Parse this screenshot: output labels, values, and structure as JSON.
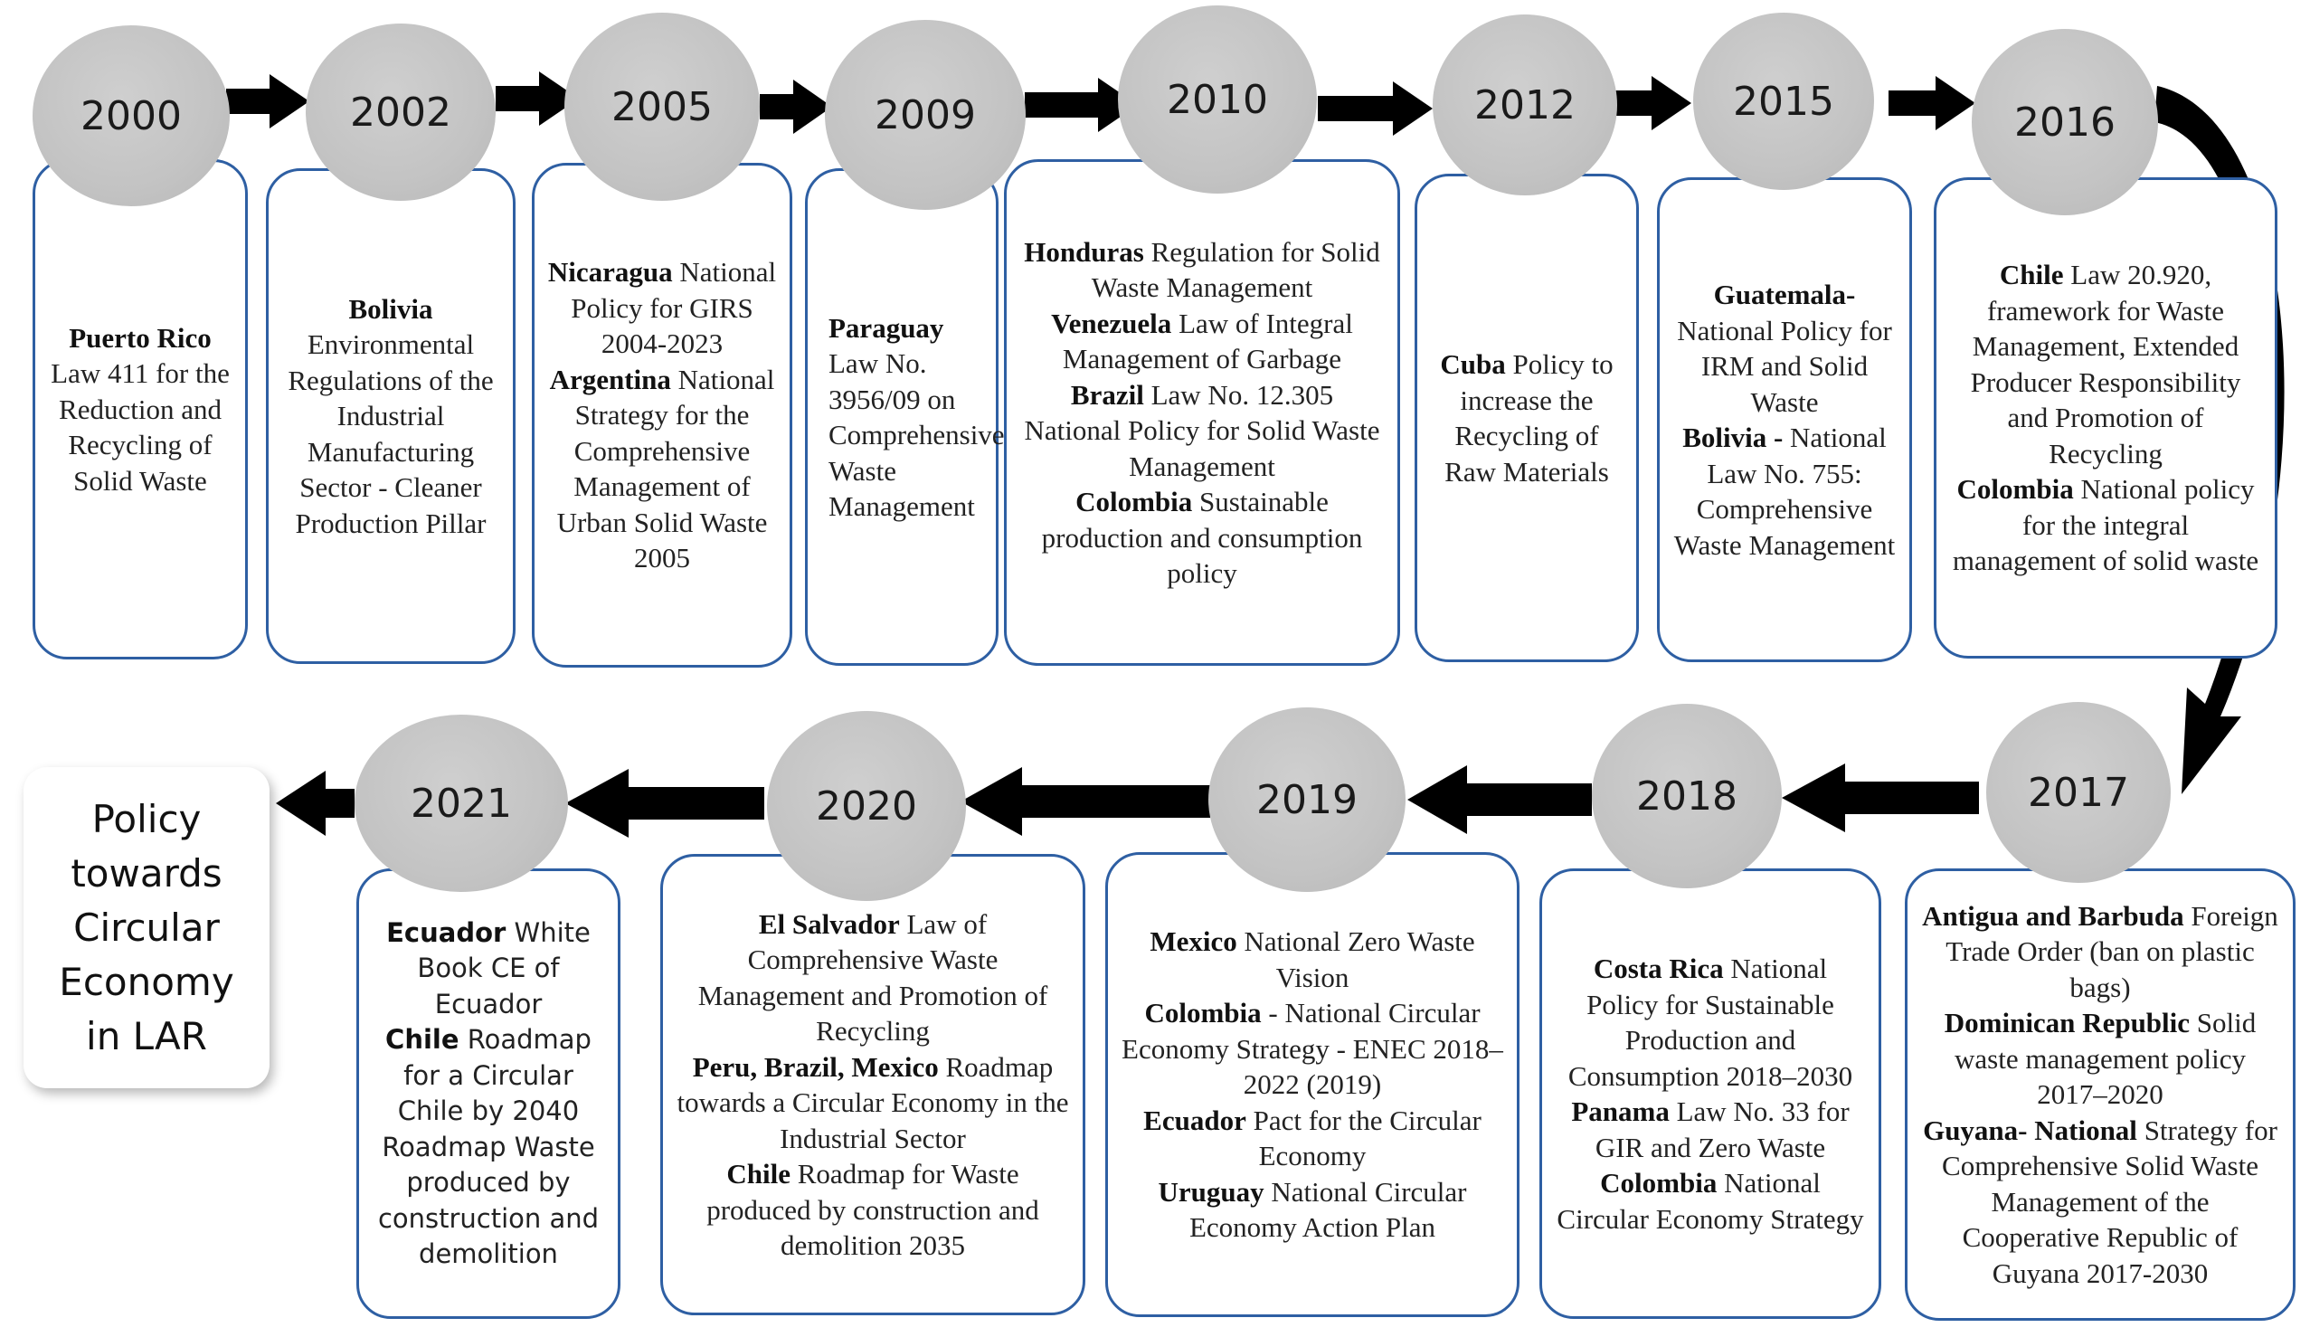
{
  "final_box": {
    "text": "Policy towards Circular Economy in LAR"
  },
  "milestones": [
    {
      "year": "2000",
      "entries": [
        {
          "bold": "Puerto Rico",
          "text": "Law 411 for the Reduction and Recycling of Solid Waste"
        }
      ]
    },
    {
      "year": "2002",
      "entries": [
        {
          "bold": "Bolivia",
          "text": "Environmental Regulations of the Industrial Manufacturing Sector - Cleaner Production Pillar"
        }
      ]
    },
    {
      "year": "2005",
      "entries": [
        {
          "bold": "Nicaragua",
          "text": "National Policy for GIRS 2004-2023"
        },
        {
          "bold": "Argentina",
          "text": "National Strategy for the Comprehensive Management of Urban Solid Waste 2005"
        }
      ]
    },
    {
      "year": "2009",
      "entries": [
        {
          "bold": "Paraguay",
          "text": "Law No. 3956/09 on Comprehensive Waste Management"
        }
      ]
    },
    {
      "year": "2010",
      "entries": [
        {
          "bold": "Honduras",
          "text": "Regulation for Solid Waste Management"
        },
        {
          "bold": "Venezuela",
          "text": "Law of Integral Management of Garbage"
        },
        {
          "bold": "Brazil",
          "text": "Law No. 12.305 National Policy for Solid Waste Management"
        },
        {
          "bold": "Colombia",
          "text": "Sustainable production and consumption policy"
        }
      ]
    },
    {
      "year": "2012",
      "entries": [
        {
          "bold": "Cuba",
          "text": "Policy to increase the Recycling of Raw Materials"
        }
      ]
    },
    {
      "year": "2015",
      "entries": [
        {
          "bold": "Guatemala-",
          "text": "National Policy for IRM and Solid Waste"
        },
        {
          "bold": "Bolivia -",
          "text": "National Law No. 755: Comprehensive Waste Management"
        }
      ]
    },
    {
      "year": "2016",
      "entries": [
        {
          "bold": "Chile",
          "text": "Law 20.920, framework for Waste Management, Extended Producer Responsibility and Promotion of Recycling"
        },
        {
          "bold": "Colombia",
          "text": "National policy for the integral management of solid waste"
        }
      ]
    },
    {
      "year": "2017",
      "entries": [
        {
          "bold": "Antigua and Barbuda",
          "text": "Foreign Trade Order (ban on plastic bags)"
        },
        {
          "bold": "Dominican Republic",
          "text": "Solid waste management policy 2017–2020"
        },
        {
          "bold": "Guyana- National",
          "text": "Strategy for Comprehensive Solid Waste Management of the Cooperative Republic of Guyana 2017-2030"
        }
      ]
    },
    {
      "year": "2018",
      "entries": [
        {
          "bold": "Costa Rica",
          "text": "National Policy for Sustainable Production and Consumption 2018–2030"
        },
        {
          "bold": "Panama",
          "text": "Law No. 33 for GIR and Zero Waste"
        },
        {
          "bold": "Colombia",
          "text": "National Circular Economy Strategy"
        }
      ]
    },
    {
      "year": "2019",
      "entries": [
        {
          "bold": "Mexico",
          "text": "National Zero Waste Vision"
        },
        {
          "bold": "Colombia",
          "text": "- National Circular Economy Strategy - ENEC 2018–2022 (2019)"
        },
        {
          "bold": "Ecuador",
          "text": "Pact for the Circular Economy"
        },
        {
          "bold": "Uruguay",
          "text": "National Circular Economy Action Plan"
        }
      ]
    },
    {
      "year": "2020",
      "entries": [
        {
          "bold": "El Salvador",
          "text": "Law of Comprehensive Waste Management and Promotion of Recycling"
        },
        {
          "bold": "Peru, Brazil, Mexico",
          "text": "Roadmap towards a Circular Economy in the Industrial Sector"
        },
        {
          "bold": "Chile",
          "text": "Roadmap for Waste produced by construction and demolition 2035"
        }
      ]
    },
    {
      "year": "2021",
      "entries": [
        {
          "bold": "Ecuador",
          "text": "White Book CE of Ecuador"
        },
        {
          "bold": "Chile",
          "text": "Roadmap for a Circular Chile by 2040 Roadmap Waste produced by construction and demolition"
        }
      ]
    }
  ]
}
